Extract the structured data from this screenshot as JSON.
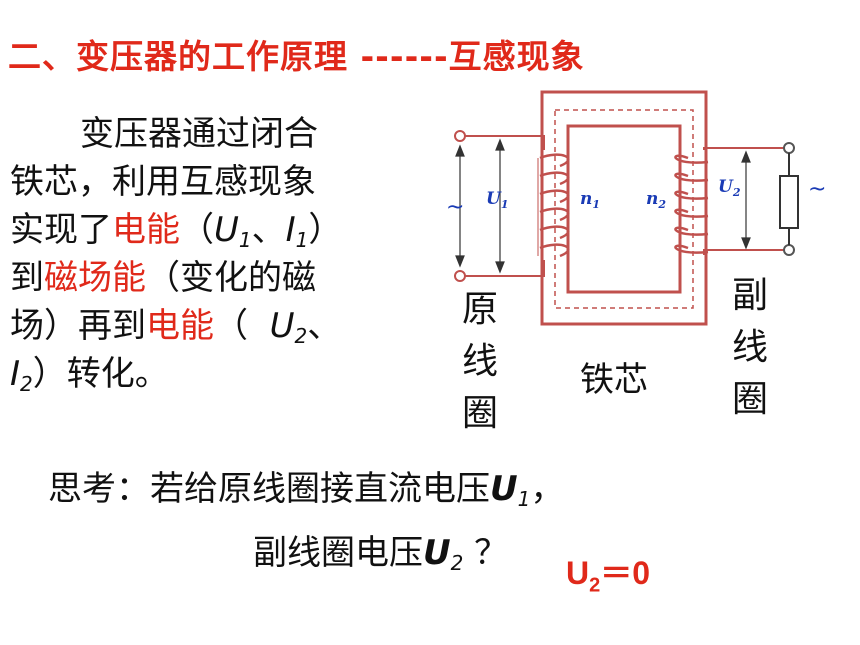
{
  "title": "二、变压器的工作原理 ------互感现象",
  "paragraph": {
    "l1": "变压器通过闭合",
    "l2": "铁芯，利用互感现象",
    "l3_a": "实现了",
    "l3_red": "电能",
    "l3_b": "（",
    "U1": "U",
    "U1_sub": "1",
    "sep1": "、",
    "I1": "I",
    "I1_sub": "1",
    "l3_c": "）",
    "l4_a": "到",
    "l4_red": "磁场能",
    "l4_b": "（变化的磁",
    "l5_a": "场）再到",
    "l5_red": "电能",
    "l5_b": "（  ",
    "U2": "U",
    "U2_sub": "2",
    "sep2": "、",
    "I2": "I",
    "I2_sub": "2",
    "l6_b": "）转化。"
  },
  "diagram": {
    "primary_label": [
      "原",
      "线",
      "圈"
    ],
    "secondary_label": [
      "副",
      "线",
      "圈"
    ],
    "core_label": "铁芯",
    "U1": "U",
    "U1_sub": "1",
    "U2": "U",
    "U2_sub": "2",
    "n1": "n",
    "n1_sub": "1",
    "n2": "n",
    "n2_sub": "2",
    "ac_symbol_left": "~",
    "ac_symbol_right": "~",
    "core_color": "#c0504d",
    "label_color": "#1a3bb5"
  },
  "question": {
    "l1_a": "思考：若给原线圈接直流电压",
    "l1_U": "U",
    "l1_sub": "1",
    "l1_b": "，",
    "l2_a": "副线圈电压",
    "l2_U": "U",
    "l2_sub": "2",
    "l2_b": " ？"
  },
  "answer": {
    "U": "U",
    "sub": "2",
    "eq": "＝0"
  }
}
